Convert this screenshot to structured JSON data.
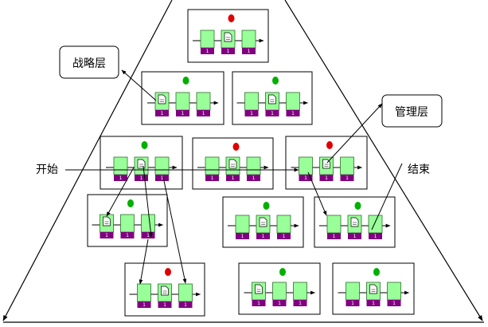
{
  "labels": {
    "strategy_layer": "战略层",
    "management_layer": "管理层",
    "start": "开始",
    "end": "结束"
  },
  "colors": {
    "card_fill": "#99ff99",
    "card_stroke": "#2f6f2f",
    "bar_fill": "#800080",
    "status_green": "#00b000",
    "status_red": "#e00000",
    "line": "#000000"
  },
  "card_number": "1",
  "process_groups": [
    {
      "row": 1,
      "position": "apex",
      "status": "red",
      "document_on_card": 2
    },
    {
      "row": 2,
      "position": "left",
      "status": "green",
      "document_on_card": 1
    },
    {
      "row": 2,
      "position": "right",
      "status": "green",
      "document_on_card": 2
    },
    {
      "row": 3,
      "position": "left",
      "status": "green",
      "document_on_card": 2
    },
    {
      "row": 3,
      "position": "center",
      "status": "red",
      "document_on_card": 2
    },
    {
      "row": 3,
      "position": "right",
      "status": "red",
      "document_on_card": 2
    },
    {
      "row": 4,
      "position": "left",
      "status": "green",
      "document_on_card": 1
    },
    {
      "row": 4,
      "position": "center",
      "status": "green",
      "document_on_card": 2
    },
    {
      "row": 4,
      "position": "right",
      "status": "green",
      "document_on_card": 2
    },
    {
      "row": 5,
      "position": "left",
      "status": "red",
      "document_on_card": 2
    },
    {
      "row": 5,
      "position": "center",
      "status": "green",
      "document_on_card": 1
    },
    {
      "row": 5,
      "position": "right",
      "status": "green",
      "document_on_card": 2
    }
  ]
}
